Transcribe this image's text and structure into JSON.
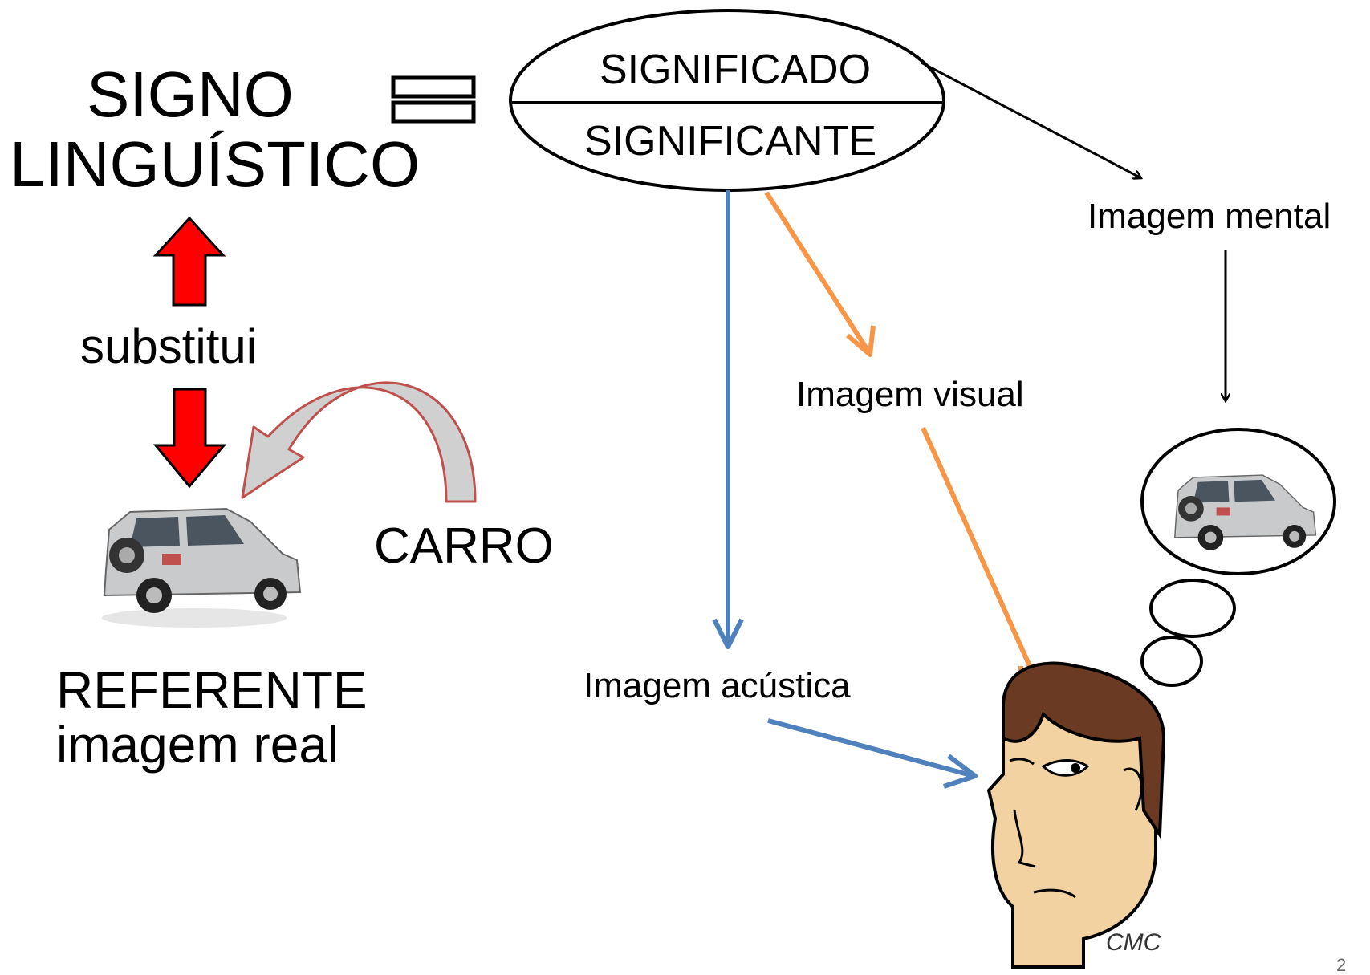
{
  "left": {
    "signo_line1": "SIGNO",
    "signo_line2": "LINGUÍSTICO",
    "substitui": "substitui",
    "carro": "CARRO",
    "referente": "REFERENTE",
    "imagem_real": "imagem real"
  },
  "ellipse": {
    "top_label": "SIGNIFICADO",
    "bottom_label": "SIGNIFICANTE"
  },
  "labels": {
    "imagem_mental": "Imagem mental",
    "imagem_visual": "Imagem visual",
    "imagem_acustica": "Imagem acústica"
  },
  "page_number": "2",
  "cartoon_signature": "CMC",
  "colors": {
    "red_arrow": "#ff0000",
    "blue_arrow": "#4f81bd",
    "orange_arrow": "#f79646",
    "curved_arrow_outline": "#c0504d",
    "curved_arrow_fill": "#d0d0d0",
    "car_body": "#c8cacc",
    "face_skin": "#f2d2a0",
    "hair": "#6b3a22"
  }
}
